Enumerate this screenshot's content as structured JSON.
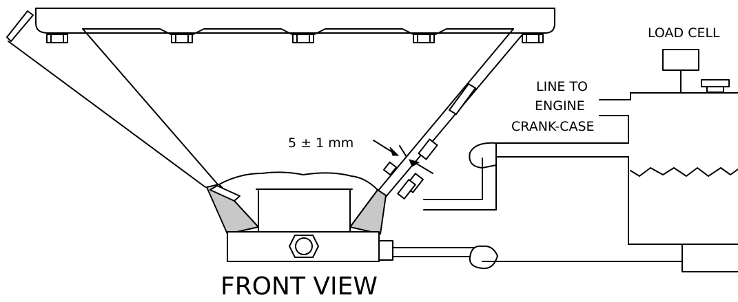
{
  "labels": {
    "load_cell": "LOAD CELL",
    "line_to_1": "LINE TO",
    "line_to_2": "ENGINE",
    "line_to_3": "CRANK-CASE",
    "gap": "5 ± 1 mm",
    "view_title": "FRONT VIEW"
  },
  "colors": {
    "line": "#000000",
    "shaded_fill": "#c8c8c8",
    "background": "#ffffff"
  }
}
